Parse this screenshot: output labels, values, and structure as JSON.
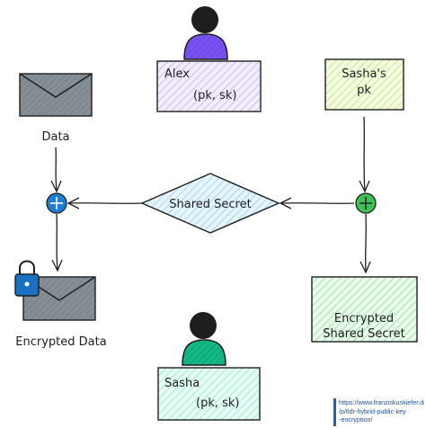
{
  "nodes": {
    "alex": {
      "name": "Alex",
      "keys": "(pk, sk)"
    },
    "sasha_pk": {
      "line1": "Sasha's",
      "line2": "pk"
    },
    "data": {
      "label": "Data"
    },
    "shared_secret": {
      "label": "Shared Secret"
    },
    "encrypted_data": {
      "label": "Encrypted Data"
    },
    "encrypted_shared_secret": {
      "line1": "Encrypted",
      "line2": "Shared Secret"
    },
    "sasha": {
      "name": "Sasha",
      "keys": "(pk, sk)"
    }
  },
  "credit": {
    "line1": "https://www.franziskuskiefer.de",
    "line2": "/p/tldr-hybrid-public-key",
    "line3": "-encryption/"
  },
  "colors": {
    "alex_person": "#7048e8",
    "alex_card": "#e5dbff",
    "sasha_person": "#0ca678",
    "sasha_card": "#c3fae8",
    "sasha_pk_card": "#d8f5a2",
    "encrypted_secret_card": "#b2f2bb",
    "encrypt_operator": "#1971c2",
    "seal_operator": "#2f9e44",
    "envelope": "#868e96",
    "lock": "#1971c2",
    "stroke": "#1e1e1e"
  }
}
